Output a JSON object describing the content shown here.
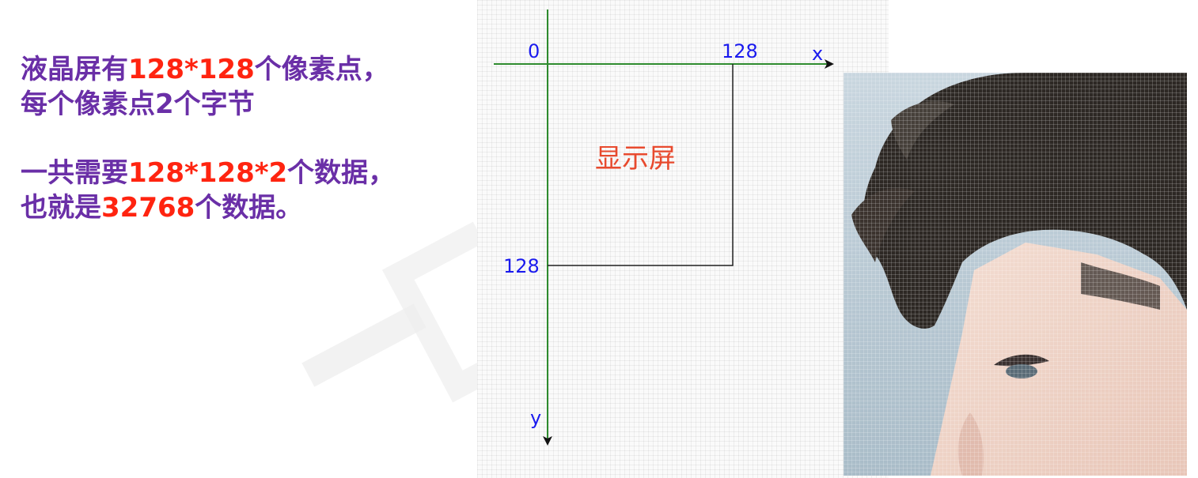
{
  "description_text": {
    "line1": {
      "before": "液晶屏有",
      "highlight": "128*128",
      "after": "个像素点，"
    },
    "line2": {
      "text": "每个像素点2个字节"
    },
    "line3": {
      "before": "一共需要",
      "highlight": "128*128*2",
      "after": "个数据，"
    },
    "line4": {
      "before": "也就是",
      "highlight": "32768",
      "after": "个数据。"
    }
  },
  "diagram": {
    "origin_label": "0",
    "x_max_label": "128",
    "x_axis_label": "x",
    "y_max_label": "128",
    "y_axis_label": "y",
    "screen_label": "显示屏"
  },
  "colors": {
    "text_purple": "#6a2fa7",
    "highlight_red": "#ff2410",
    "axis_green": "#2e8b2e",
    "label_blue": "#1a1aee",
    "screen_label_red": "#e84a2e"
  },
  "photo": {
    "alt": "pixelated portrait photo"
  }
}
